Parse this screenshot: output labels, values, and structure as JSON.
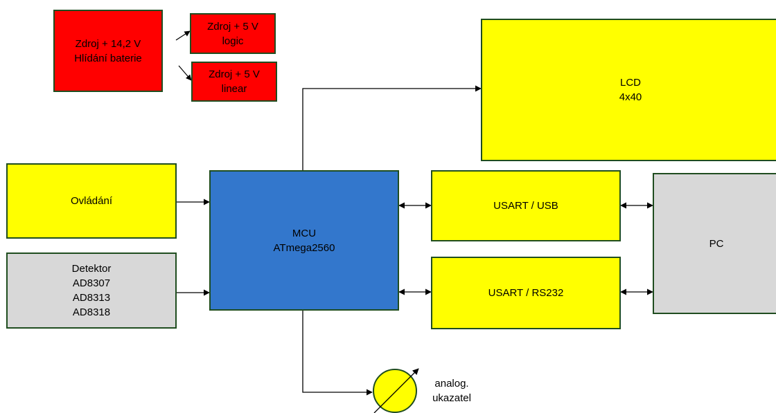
{
  "colors": {
    "supply": "#ff0000",
    "yellow_block": "#ffff00",
    "mcu": "#3377cc",
    "gray_block": "#d8d8d8",
    "border": "#1f4d1f",
    "wire": "#000000"
  },
  "blocks": {
    "supply_main": {
      "lines": [
        "Zdroj + 14,2 V",
        "Hlídání baterie"
      ]
    },
    "supply_logic": {
      "lines": [
        "Zdroj + 5 V",
        "logic"
      ]
    },
    "supply_linear": {
      "lines": [
        "Zdroj + 5 V",
        "linear"
      ]
    },
    "lcd": {
      "lines": [
        "LCD",
        "4x40"
      ]
    },
    "controls": {
      "lines": [
        "Ovládání"
      ]
    },
    "detector": {
      "lines": [
        "Detektor",
        "AD8307",
        "AD8313",
        "AD8318"
      ]
    },
    "mcu": {
      "lines": [
        "MCU",
        "ATmega2560"
      ]
    },
    "usart_usb": {
      "lines": [
        "USART / USB"
      ]
    },
    "usart_rs232": {
      "lines": [
        "USART / RS232"
      ]
    },
    "pc": {
      "lines": [
        "PC"
      ]
    }
  },
  "meter": {
    "lines": [
      "analog.",
      "ukazatel"
    ]
  }
}
